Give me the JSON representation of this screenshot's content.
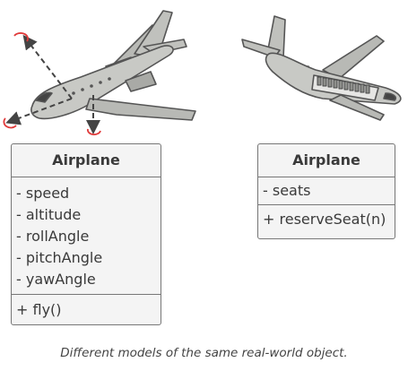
{
  "left_class": {
    "name": "Airplane",
    "attributes": [
      "- speed",
      "- altitude",
      "- rollAngle",
      "- pitchAngle",
      "- yawAngle"
    ],
    "methods": [
      "+ fly()"
    ]
  },
  "right_class": {
    "name": "Airplane",
    "attributes": [
      "- seats"
    ],
    "methods": [
      "+ reserveSeat(n)"
    ]
  },
  "caption": "Different models of the same real-world object.",
  "colors": {
    "fuselage": "#c8c9c5",
    "outline": "#555555",
    "rotation_arrow": "#e03a3a",
    "box_fill": "#f4f4f4"
  },
  "icons": [
    "airplane-icon",
    "airplane-cutaway-icon",
    "axis-arrow-icon",
    "rotation-arrow-icon"
  ]
}
